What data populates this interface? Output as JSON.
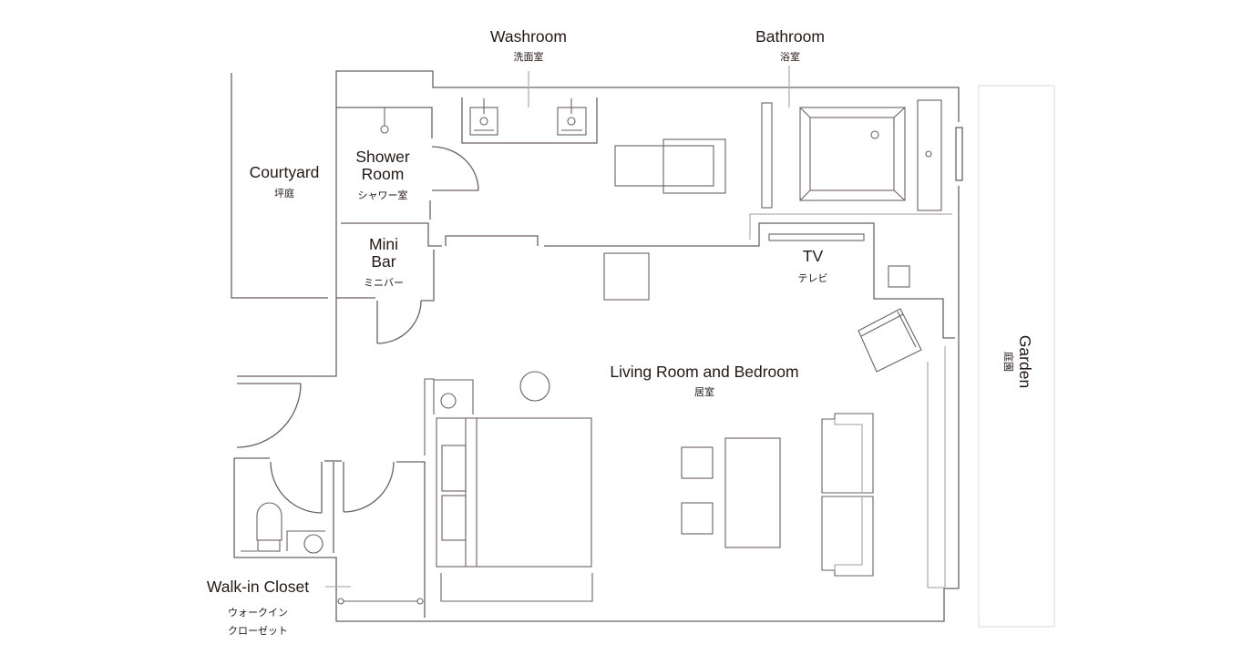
{
  "rooms": {
    "washroom": {
      "en": "Washroom",
      "ja": "洗面室"
    },
    "bathroom": {
      "en": "Bathroom",
      "ja": "浴室"
    },
    "courtyard": {
      "en": "Courtyard",
      "ja": "坪庭"
    },
    "shower_room": {
      "en_line1": "Shower",
      "en_line2": "Room",
      "ja": "シャワー室"
    },
    "mini_bar": {
      "en_line1": "Mini",
      "en_line2": "Bar",
      "ja": "ミニバー"
    },
    "tv": {
      "en": "TV",
      "ja": "テレビ"
    },
    "living_bedroom": {
      "en": "Living Room and Bedroom",
      "ja": "居室"
    },
    "walk_in_closet": {
      "en": "Walk-in Closet",
      "ja_line1": "ウォークイン",
      "ja_line2": "クローゼット"
    },
    "garden": {
      "en": "Garden",
      "ja": "庭園"
    }
  },
  "colors": {
    "wall": "#6b6262",
    "text": "#231815",
    "garden_border": "#dddddd"
  }
}
